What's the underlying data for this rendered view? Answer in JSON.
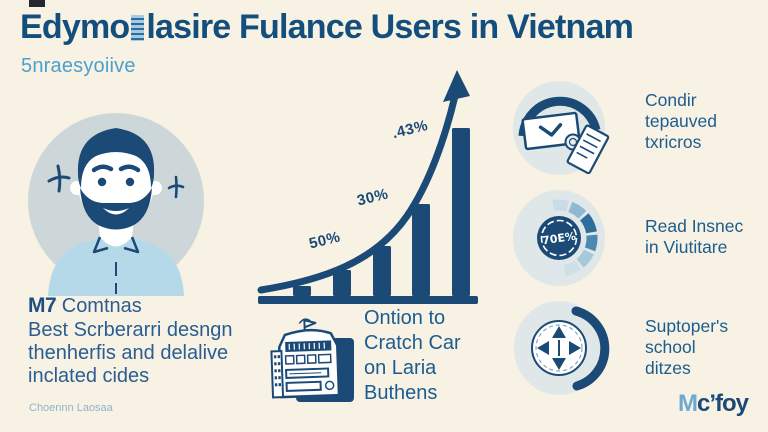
{
  "header": {
    "title_part1": "Edymo",
    "title_part2": "lasire Fulance Users in Vietnam",
    "subtitle": "5nraesyoiive"
  },
  "chart_data": {
    "type": "bar",
    "title": "Growth of finance users (unlabeled bars with exponential trend arrow)",
    "categories": [
      "",
      "",
      "",
      "",
      ""
    ],
    "values": [
      10,
      26,
      50,
      92,
      168
    ],
    "unit": "relative bar height (px)",
    "point_labels": [
      "50%",
      "30%",
      ".43%"
    ],
    "annotations": [
      "exponential growth curve ending in an upward arrow"
    ],
    "xlabel": "",
    "ylabel": "",
    "grid": false,
    "legend": false
  },
  "center_item": {
    "icon": "cash-register-icon",
    "lines": [
      "Ontion to",
      "Cratch Car",
      "on Laria",
      "Buthens"
    ]
  },
  "right_items": [
    {
      "icon": "envelope-receipt-icon",
      "lines": [
        "Condir",
        "tepauved",
        "txricros"
      ]
    },
    {
      "icon": "percent-gauge-icon",
      "gauge_text": "70E%",
      "lines": [
        "Read Insnec",
        "in Viutitare"
      ]
    },
    {
      "icon": "compass-arrows-icon",
      "lines": [
        "Suptoper's",
        "school",
        "ditzes"
      ]
    }
  ],
  "left_text": {
    "lead_bold": "M7",
    "lead_rest": " Comtnas",
    "lines": [
      "Best Scrberarri desngn",
      "thenherfis and delalive",
      "inclated cides"
    ],
    "footnote": "Choennn Laosaa"
  },
  "logo": {
    "part1": "M",
    "part2": "c’foy"
  },
  "colors": {
    "background": "#f7f2e3",
    "navy": "#1c4a77",
    "title": "#134e7d",
    "subtitle_blue": "#4d9fce",
    "text_blue": "#1d5c90",
    "shirt_blue": "#b5d9e9",
    "circle_gray": "#cdd7da",
    "blob_gray": "#e0e7e8",
    "footnote_blue": "#8fb4cf",
    "logo_light": "#6ea9d2"
  }
}
